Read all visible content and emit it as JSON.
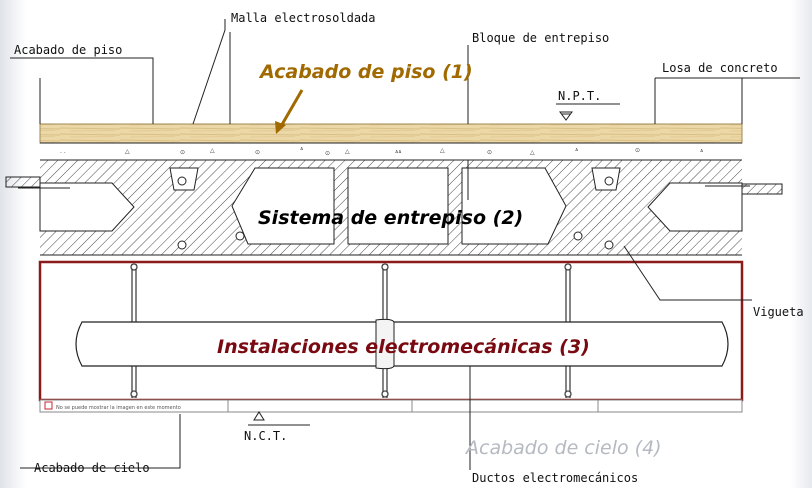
{
  "labels": {
    "malla": "Malla electrosoldada",
    "acabado_piso": "Acabado de piso",
    "bloque": "Bloque de entrepiso",
    "losa": "Losa de concreto",
    "npt": "N.P.T.",
    "vigueta": "Vigueta",
    "nct": "N.C.T.",
    "acabado_cielo": "Acabado de cielo",
    "ductos": "Ductos electromecánicos",
    "image_error": "No se puede mostrar la imagen en este momento"
  },
  "callouts": {
    "piso": "Acabado de piso (1)",
    "sistema": "Sistema de entrepiso (2)",
    "instalaciones": "Instalaciones electromecánicas (3)",
    "cielo": "Acabado de cielo (4)"
  },
  "colors": {
    "wood": "#ecd7a6",
    "wood_edge": "#a08850",
    "piso_text": "#a06a00",
    "sistema_text": "#000000",
    "instalaciones_text": "#7a0a12",
    "frame": "#8b1a1a",
    "cielo_text": "#b5b9c0",
    "line": "#222222"
  },
  "icons": [
    "level-marker-icon",
    "broken-image-icon",
    "leader-arrow-icon"
  ]
}
